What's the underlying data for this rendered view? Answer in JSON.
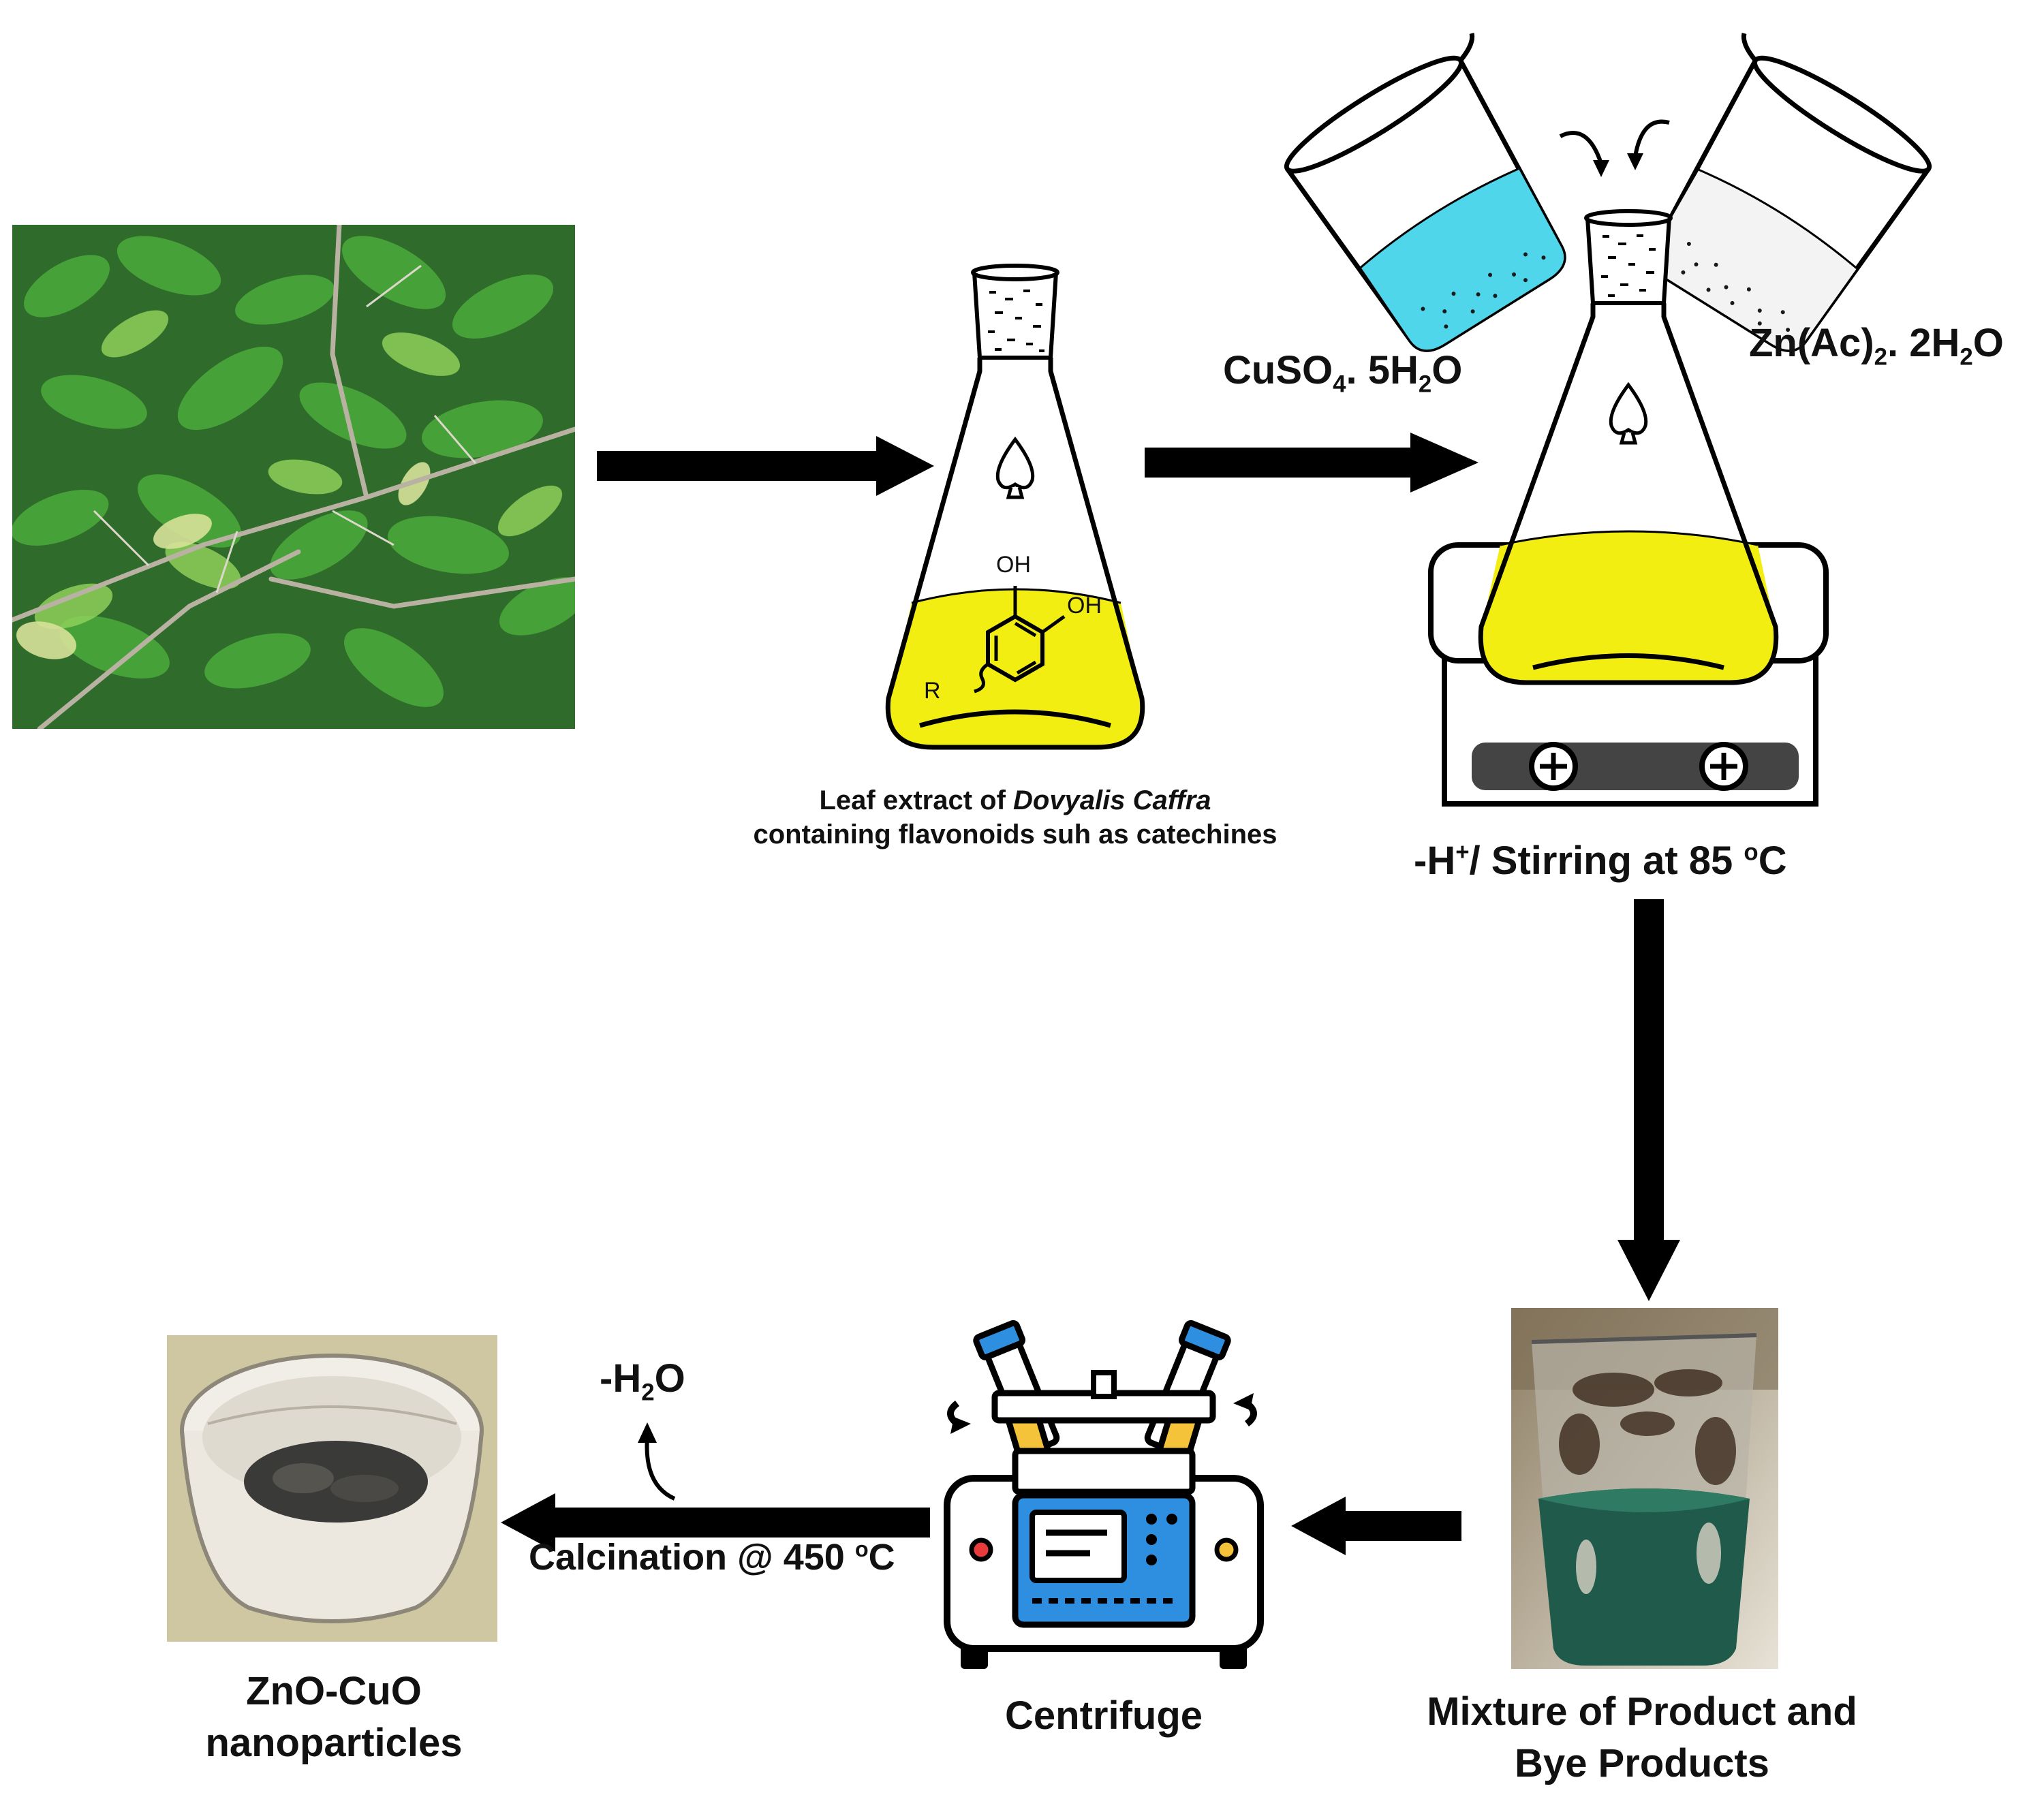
{
  "labels": {
    "leaf_extract_line1_prefix": "Leaf extract of ",
    "leaf_extract_species": "Dovyalis Caffra",
    "leaf_extract_line2": "containing flavonoids suh as catechines",
    "cuso4": {
      "a": "CuSO",
      "sub1": "4",
      "b": ". 5H",
      "sub2": "2",
      "c": "O"
    },
    "znac": {
      "a": "Zn(Ac)",
      "sub1": "2",
      "b": ". 2H",
      "sub2": "2",
      "c": "O"
    },
    "stirring": {
      "a": "-H",
      "sup1": "+",
      "b": "/ Stirring at 85 ",
      "sup2": "o",
      "c": "C"
    },
    "mixture_line1": "Mixture of Product and",
    "mixture_line2": "Bye Products",
    "centrifuge": "Centrifuge",
    "calcination": {
      "a": "Calcination @ 450 ",
      "sup": "o",
      "b": "C"
    },
    "water_loss": {
      "a": "-H",
      "sub": "2",
      "b": "O"
    },
    "product_line1": "ZnO-CuO",
    "product_line2": "nanoparticles",
    "oh_top": "OH",
    "oh_right": "OH",
    "r_group": "R"
  },
  "colors": {
    "extract_yellow": "#f2ee12",
    "cuso4_cyan": "#4fd6ea",
    "centrifuge_blue": "#2e8fe0",
    "centrifuge_yellow": "#f5c33a",
    "leaf_green": "#3c9a2f"
  }
}
